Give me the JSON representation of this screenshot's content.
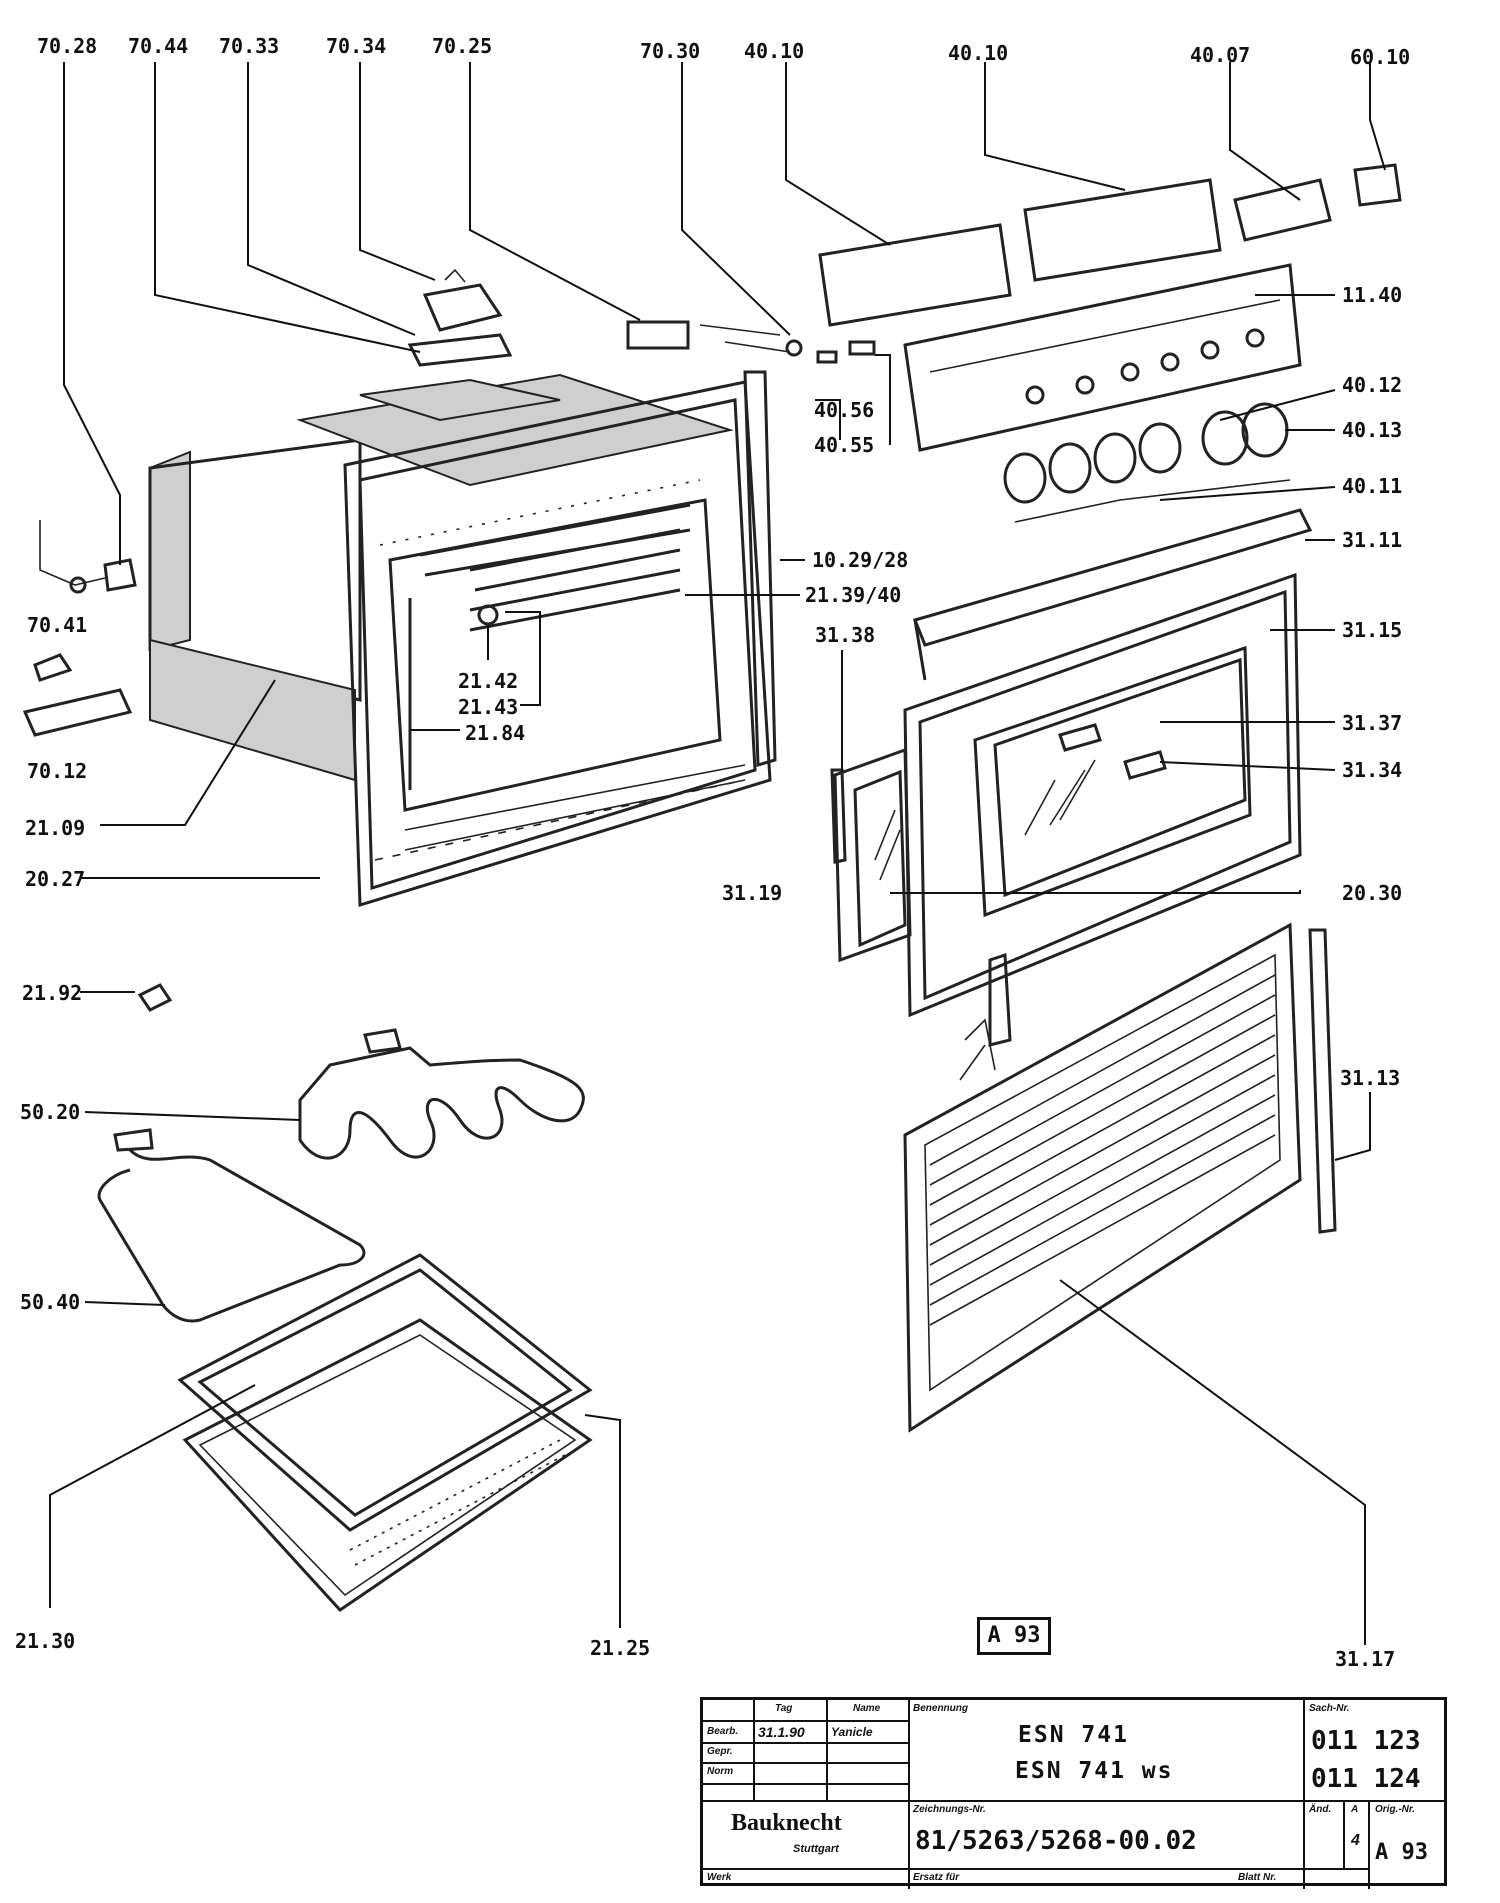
{
  "labels": {
    "p7028": "70.28",
    "p7044": "70.44",
    "p7033": "70.33",
    "p7034": "70.34",
    "p7025": "70.25",
    "p7030": "70.30",
    "p4010a": "40.10",
    "p4010b": "40.10",
    "p4007": "40.07",
    "p6010": "60.10",
    "p1140": "11.40",
    "p4056": "40.56",
    "p4055": "40.55",
    "p4012": "40.12",
    "p4013": "40.13",
    "p4011": "40.11",
    "p3111": "31.11",
    "p102928": "10.29/28",
    "p213940": "21.39/40",
    "p3138": "31.38",
    "p3115": "31.15",
    "p7041": "70.41",
    "p2142": "21.42",
    "p2143": "21.43",
    "p2184": "21.84",
    "p7012": "70.12",
    "p3137": "31.37",
    "p3134": "31.34",
    "p2109": "21.09",
    "p2027": "20.27",
    "p3119": "31.19",
    "p2030": "20.30",
    "p2192": "21.92",
    "p3113": "31.13",
    "p5020": "50.20",
    "p5040": "50.40",
    "p2130": "21.30",
    "p2125": "21.25",
    "p3117": "31.17"
  },
  "sheet_code": "A 93",
  "title_block": {
    "hdr_tag": "Tag",
    "hdr_name": "Name",
    "row_bearb": "Bearb.",
    "row_gepr": "Gepr.",
    "row_norm": "Norm",
    "date": "31.1.90",
    "author": "Yanicle",
    "benennung_label": "Benennung",
    "model_1": "ESN 741",
    "model_2": "ESN 741 ws",
    "sach_label": "Sach-Nr.",
    "sach_1": "011 123",
    "sach_2": "011 124",
    "zeichnung_label": "Zeichnungs-Nr.",
    "zeichnung": "81/5263/5268-00.02",
    "ersatz_label": "Ersatz für",
    "blatt_label": "Blatt Nr.",
    "aend_label": "Änd.",
    "aend_a": "A",
    "aend_val": "4",
    "orig_label": "Orig.-Nr.",
    "orig_val": "A 93",
    "werk_label": "Werk",
    "brand": "Bauknecht",
    "city": "Stuttgart"
  }
}
